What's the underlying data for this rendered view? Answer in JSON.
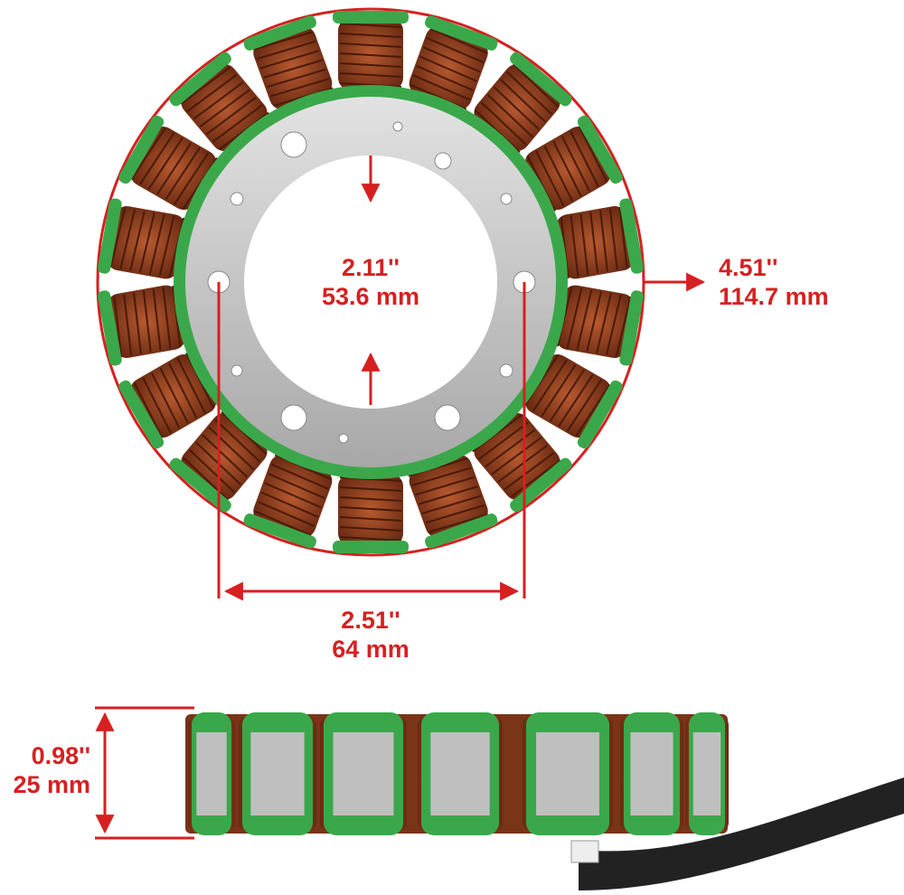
{
  "colors": {
    "dimension_red": "#d62020",
    "insulation_green": "#3aa84a",
    "copper": "#8a3a1c",
    "copper_light": "#b85a30",
    "steel": "#c9c9c9"
  },
  "dimensions": {
    "inner_diameter": {
      "inch": "2.11''",
      "mm": "53.6 mm"
    },
    "outer_diameter": {
      "inch": "4.51''",
      "mm": "114.7 mm"
    },
    "bolt_spacing": {
      "inch": "2.51''",
      "mm": "64 mm"
    },
    "thickness": {
      "inch": "0.98''",
      "mm": "25 mm"
    }
  }
}
